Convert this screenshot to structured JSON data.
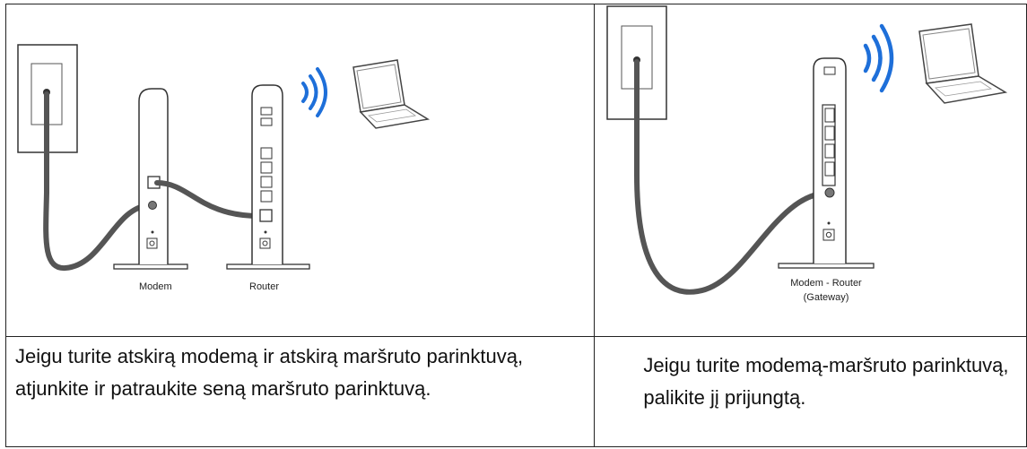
{
  "left_panel": {
    "labels": {
      "modem": "Modem",
      "router": "Router"
    },
    "caption": "Jeigu turite atskirą modemą ir atskirą maršruto parinktuvą, atjunkite ir patraukite seną maršruto parinktuvą."
  },
  "right_panel": {
    "labels": {
      "gateway_line1": "Modem - Router",
      "gateway_line2": "(Gateway)"
    },
    "caption": "Jeigu turite modemą-maršruto parinktuvą, palikite jį prijungtą."
  },
  "colors": {
    "wifi": "#1e6fd9",
    "line": "#333333",
    "cable": "#555555",
    "border": "#222222"
  },
  "icons": [
    "wall-outlet-icon",
    "modem-icon",
    "router-icon",
    "gateway-icon",
    "wifi-icon",
    "laptop-icon"
  ]
}
